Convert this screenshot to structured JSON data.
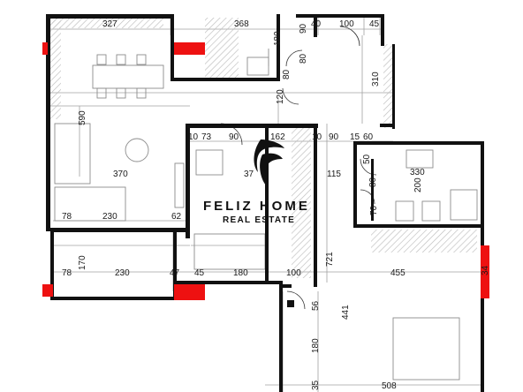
{
  "colors": {
    "wall": "#111111",
    "thin_line": "#9a9a9a",
    "hatch": "#c4c4c4",
    "accent_red": "#ee1111",
    "background": "#ffffff"
  },
  "watermark": {
    "line1": "FELIZ HOME",
    "line2": "REAL ESTATE",
    "logo_icon": "flame-logo-icon"
  },
  "dimensions": {
    "top_327": "327",
    "top_368": "368",
    "top_40": "40",
    "top_100": "100",
    "top_45": "45",
    "v_180": "180",
    "v_90": "90",
    "v_80_top": "80",
    "v_80_mid": "80",
    "v_120": "120",
    "v_310": "310",
    "v_590": "590",
    "mid_10a": "10",
    "mid_73": "73",
    "mid_90a": "90",
    "mid_162": "162",
    "mid_10b": "10",
    "mid_90b": "90",
    "mid_15": "15",
    "mid_60": "60",
    "mid_370": "370",
    "mid_115": "115",
    "mid_37": "37",
    "bath_50": "50",
    "bath_330": "330",
    "bath_80": "80",
    "bath_200": "200",
    "bath_70": "70",
    "low_78a": "78",
    "low_230a": "230",
    "low_62": "62",
    "low_170": "170",
    "low_78b": "78",
    "low_230b": "230",
    "low_47": "47",
    "low_45": "45",
    "low_180": "180",
    "low_100": "100",
    "low_455": "455",
    "low_721": "721",
    "low_34": "34",
    "bot_56": "56",
    "bot_441": "441",
    "bot_180": "180",
    "bot_35": "35",
    "bot_508": "508"
  }
}
